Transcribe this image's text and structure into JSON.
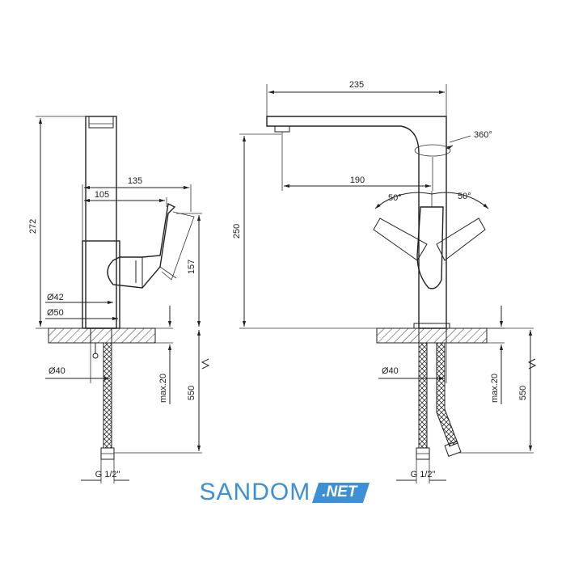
{
  "side_view": {
    "height_272": "272",
    "width_135": "135",
    "width_105": "105",
    "height_157": "157",
    "dia_42": "Ø42",
    "dia_50": "Ø50",
    "dia_40": "Ø40",
    "max_20": "max.20",
    "hose_550": "550",
    "thread": "G 1/2\""
  },
  "front_view": {
    "reach_235": "235",
    "reach_190": "190",
    "rotation": "360°",
    "angle_left": "50°",
    "angle_right": "50°",
    "height_250": "250",
    "dia_40": "Ø40",
    "max_20": "max.20",
    "hose_550": "550",
    "thread": "G 1/2\""
  },
  "brand": {
    "name": "SANDOM",
    "suffix": ".NET",
    "color": "#3d8fd6"
  }
}
